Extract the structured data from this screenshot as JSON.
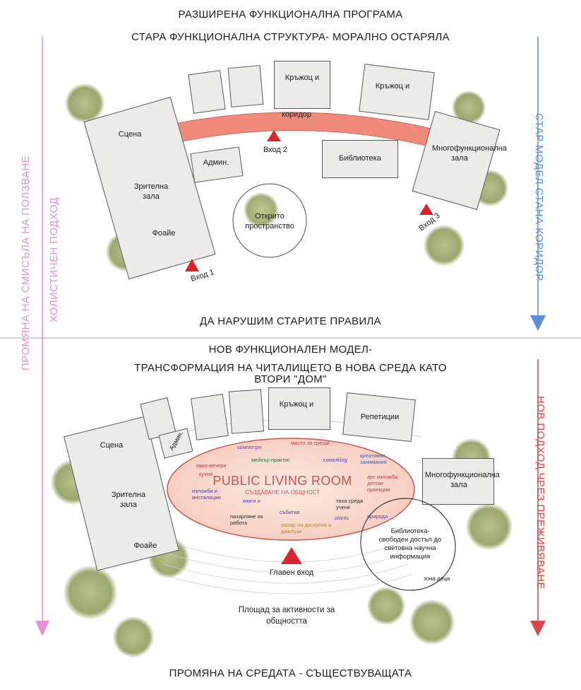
{
  "headings": {
    "expanded_program": "РАЗШИРЕНА ФУНКЦИОНАЛНА ПРОГРАМА",
    "old_structure": "СТАРА ФУНКЦИОНАЛНА СТРУКТУРА- МОРАЛНО ОСТАРЯЛА",
    "break_rules": "ДА НАРУШИМ СТАРИТЕ ПРАВИЛА",
    "new_model": "НОВ ФУНКЦИОНАЛЕН МОДЕЛ-",
    "transformation_line1": "ТРАНСФОРМАЦИЯ НА ЧИТАЛИЩЕТО В НОВА СРЕДА КАТО",
    "transformation_line2": "ВТОРИ \"ДОМ\"",
    "bottom": "ПРОМЯНА НА СРЕДАТА - СЪЩЕСТВУВАЩАТА"
  },
  "side_labels": {
    "left_outer": "ПРОМЯНА НА СМИСЪЛА НА ПОЛЗВАНЕ",
    "left_inner": "ХОЛИСТИЧЕН ПОДХОД",
    "right_top": "СТАР МОДЕЛ СТАНА КОРИДОР",
    "right_bottom": "НОВ ПОДХОД ЧРЕЗ ПРЕЖИВЯВАНЕ"
  },
  "old_plan": {
    "scene": "Сцена",
    "auditorium": "Зрителна зала",
    "foyer": "Фоайе",
    "corridor": "коридор",
    "admin": "Админ.",
    "library": "Библиотека",
    "multi_hall": "Многофункционална зала",
    "open_space": "Открито пространство",
    "clubs": [
      "Кръжоц и",
      "Кръжоц и"
    ],
    "entrance_1": "Вход 1",
    "entrance_2": "Вход 2",
    "entrance_3": "Вход 3"
  },
  "new_plan": {
    "scene": "Сцена",
    "auditorium": "Зрителна зала",
    "foyer": "Фоайе",
    "admin": "Админ.",
    "club": "Кръжоц и",
    "rehearsals": "Репетиции",
    "multi_hall": "Многофункционална зала",
    "library": "Библиотека- свободен достъп до световна научна информация",
    "kids_zone": "зона деца",
    "living_room_title": "PUBLIC LIVING ROOM",
    "living_room_subtitle": "СЪЗДАВАНЕ НА ОБЩНОСТ",
    "keywords": {
      "computers": "компютри",
      "meeting_place": "място за срещи",
      "cinema_evenings": "кино-вечери",
      "kitchen": "кухня",
      "maker_practice": "мейкър практис",
      "coworking": "coworking",
      "creative_activities": "креативни занимания",
      "art_exhibitions": "арт изложба детски проекции",
      "exhibitions": "изложби и инсталации",
      "books": "книги и",
      "events": "събития",
      "quiet_learning": "тиха среда учене",
      "plants": "plants",
      "nature": "природа",
      "puzzles": "пазарляне за работа",
      "debates": "мазар на дискусии и диалози"
    },
    "main_entrance": "Главен вход",
    "activity_square": "Площад за активности за общността"
  },
  "colors": {
    "magenta": "#e58fd9",
    "blue": "#5b8fd6",
    "red": "#d9474a",
    "corridor": "#f08b7b",
    "entrance_triangle": "#d7262d",
    "ellipse_border": "#c9564c"
  }
}
